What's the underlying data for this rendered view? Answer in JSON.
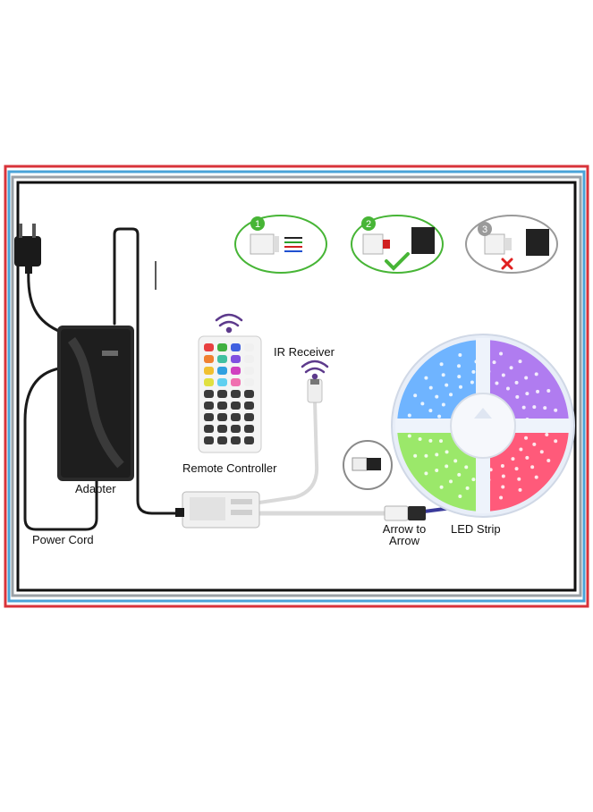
{
  "labels": {
    "adapter": "Adapter",
    "power_cord": "Power Cord",
    "remote_controller": "Remote Controller",
    "ir_receiver": "IR Receiver",
    "arrow_to_arrow_1": "Arrow to",
    "arrow_to_arrow_2": "Arrow",
    "led_strip": "LED Strip"
  },
  "steps": [
    {
      "number": "1",
      "status": "neutral"
    },
    {
      "number": "2",
      "status": "correct"
    },
    {
      "number": "3",
      "status": "wrong"
    }
  ],
  "colors": {
    "frame_red": "#d8333a",
    "frame_blue": "#4aa3d8",
    "frame_gray": "#9aa0a6",
    "frame_black": "#111111",
    "step_green": "#47b536",
    "wrong_red": "#e02020",
    "adapter_body": "#2a2a2a"
  },
  "icons": [
    "plug-icon",
    "wifi-signal-icon",
    "check-icon",
    "cross-icon"
  ]
}
